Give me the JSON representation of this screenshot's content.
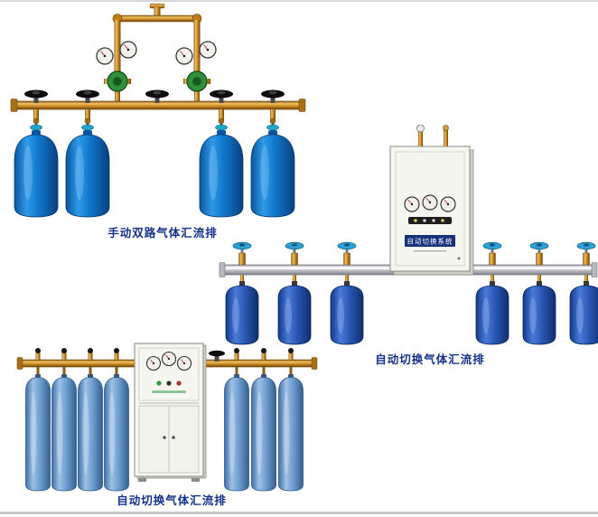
{
  "page": {
    "background": "#ffffff"
  },
  "products": [
    {
      "name": "manual-dual-line-manifold",
      "caption": "手动双路气体汇流排",
      "cylinder_count": 4
    },
    {
      "name": "auto-switchover-manifold-wall-cabinet",
      "caption": "自动切换气体汇流排",
      "cabinet_label": "自动切换系统",
      "cylinder_count": 6
    },
    {
      "name": "auto-switchover-manifold-floor-cabinet",
      "caption": "自动切换气体汇流排",
      "cylinder_count": 7
    }
  ],
  "colors": {
    "caption_text": "#14328c",
    "brass_pipe": "#c8871e",
    "chrome_pipe": "#c9c9cf",
    "cylinder_bright_blue": "#1a86dc",
    "cylinder_royal_blue": "#2c55b4",
    "cylinder_light_blue": "#6e9cd0",
    "cabinet_body": "#f6f6f1",
    "valve_wheel_black": "#0d0d0d",
    "valve_wheel_cyan": "#1fa8cc"
  }
}
